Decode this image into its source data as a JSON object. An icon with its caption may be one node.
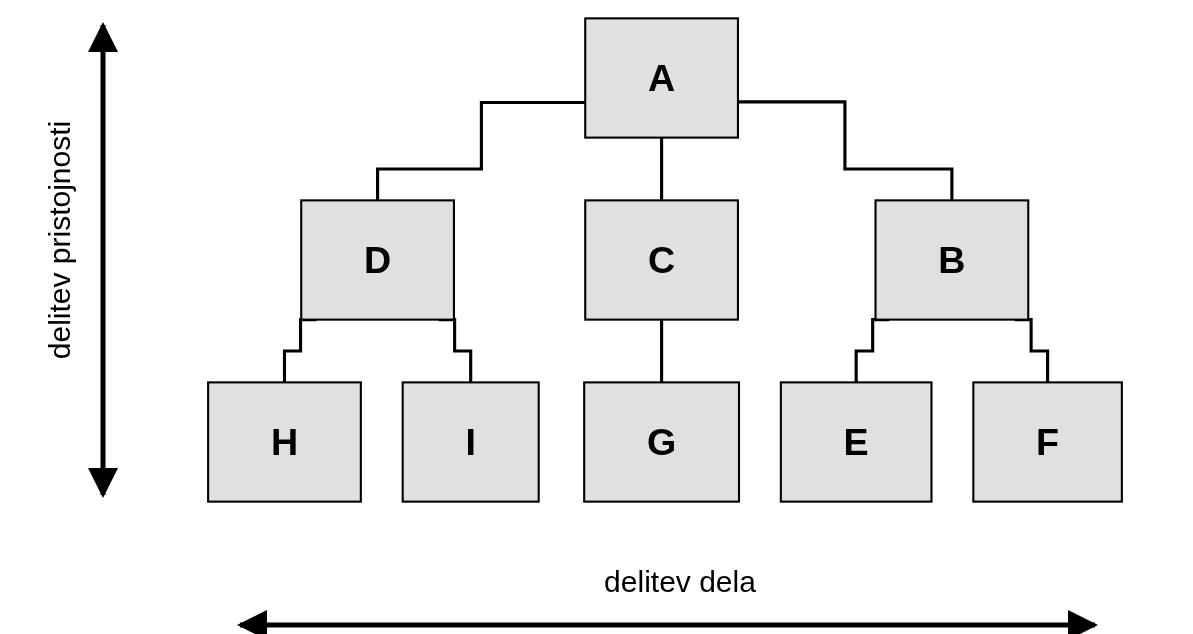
{
  "diagram": {
    "nodes": [
      {
        "text": [
          "A"
        ]
      },
      {
        "text": [
          "D"
        ]
      },
      {
        "text": [
          "C"
        ]
      },
      {
        "text": [
          "B"
        ]
      },
      {
        "text": [
          "H"
        ]
      },
      {
        "text": [
          "I"
        ]
      },
      {
        "text": [
          "G"
        ]
      },
      {
        "text": [
          "E"
        ]
      },
      {
        "text": [
          "F"
        ]
      }
    ],
    "edges": [
      {
        "from": 0,
        "to": 1,
        "arrow": "none"
      },
      {
        "from": 0,
        "to": 2,
        "arrow": "none"
      },
      {
        "from": 0,
        "to": 3,
        "arrow": "none"
      },
      {
        "from": 1,
        "to": 4,
        "arrow": "none"
      },
      {
        "from": 1,
        "to": 5,
        "arrow": "none"
      },
      {
        "from": 2,
        "to": 6,
        "arrow": "none"
      },
      {
        "from": 3,
        "to": 7,
        "arrow": "none"
      },
      {
        "from": 3,
        "to": 8,
        "arrow": "none"
      }
    ],
    "labels": [
      "delitev pristojnosti",
      "delitev dela"
    ]
  }
}
